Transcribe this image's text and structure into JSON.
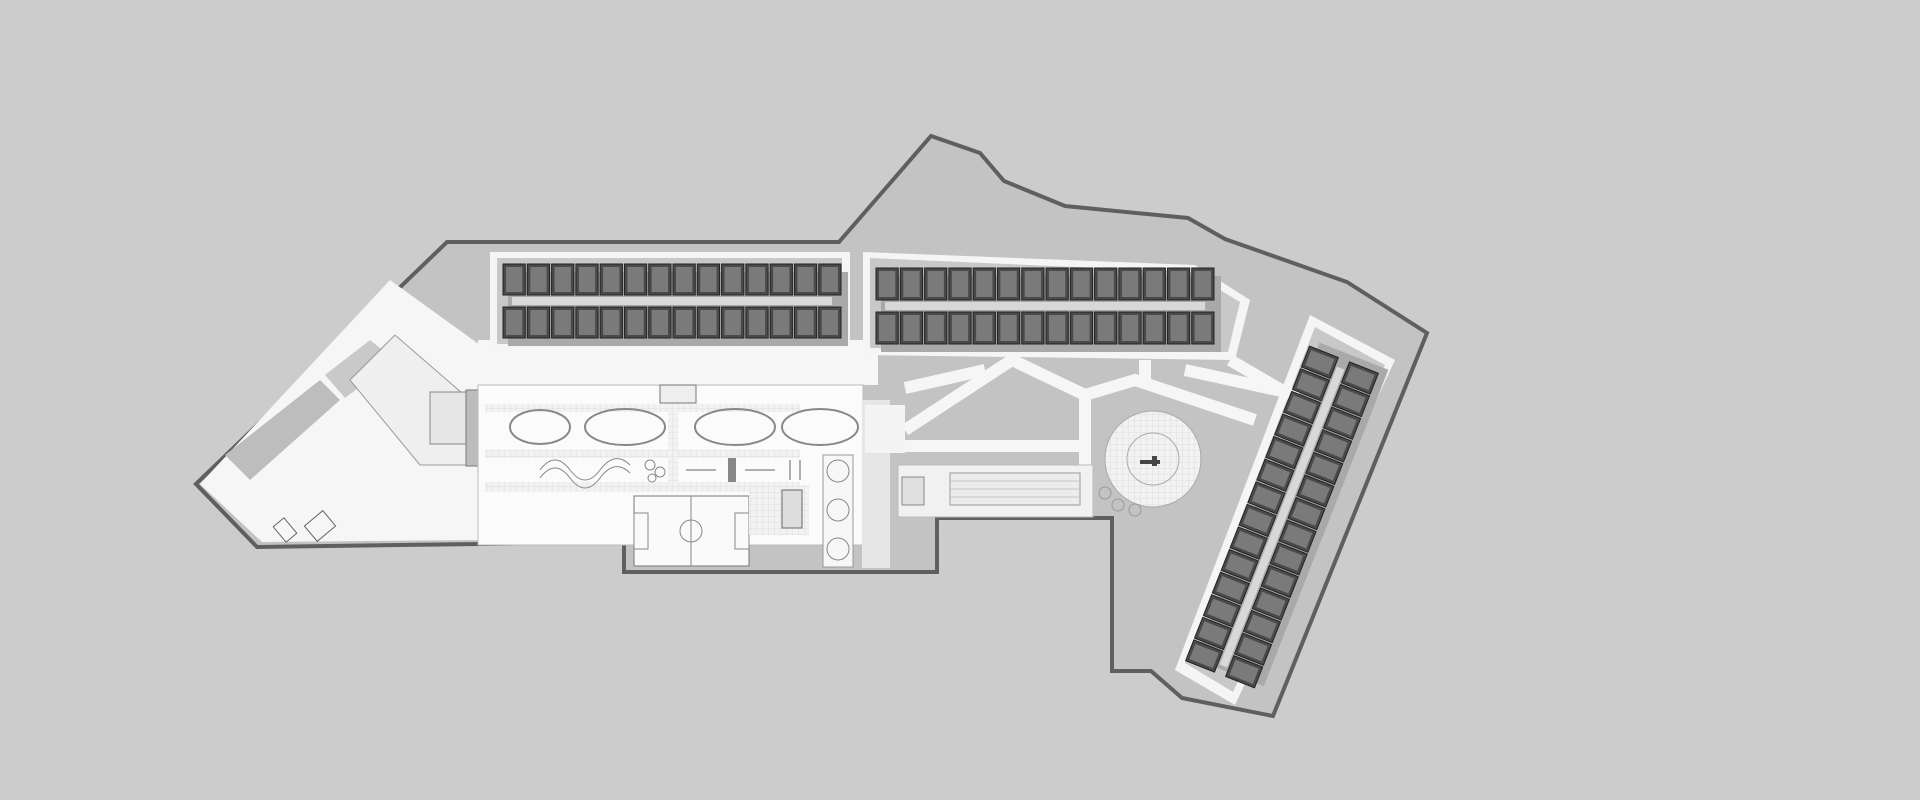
{
  "colors": {
    "background": "#cdcdcd",
    "site_fill": "#c2c2c2",
    "site_outline": "#5f5f5f",
    "paving": "#f4f4f4",
    "plaza": "#ececec",
    "building": "#4a4a4a",
    "building_shadow": "#a9a9a9",
    "unit": "#7a7a7a",
    "parking": "#bdbdbd"
  },
  "icons": [
    "residential-block",
    "swimming-pool",
    "football-field",
    "basketball-court",
    "circular-plaza",
    "garden-ovals",
    "playground",
    "parking-lot"
  ]
}
